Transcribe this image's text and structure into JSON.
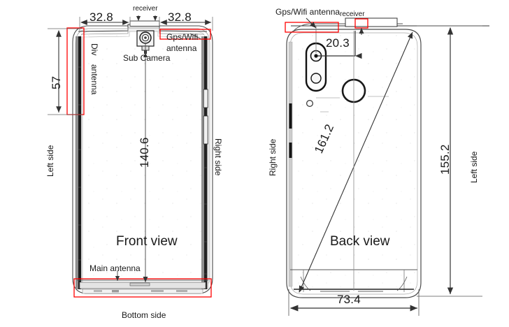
{
  "document": {
    "kind": "phone-dimension-drawing",
    "background_color": "#ffffff",
    "line_color": "#3a3a3a",
    "annotation_color": "#ff0000",
    "text_color": "#1a1a1a"
  },
  "front_view": {
    "title": "Front view",
    "dimensions": {
      "top_left_width": "32.8",
      "top_right_width": "32.8",
      "height": "140.6",
      "div_antenna_length": "57"
    },
    "labels": {
      "receiver": "receiver",
      "sub_camera": "Sub Camera",
      "gps_wifi_antenna_line1": "Gps/Wifi",
      "gps_wifi_antenna_line2": "antenna",
      "div_antenna_line1": "Div",
      "div_antenna_line2": "antenna",
      "main_antenna": "Main antenna",
      "left_side": "Left  side",
      "right_side": "Right side",
      "bottom_side": "Bottom side"
    }
  },
  "back_view": {
    "title": "Back view",
    "dimensions": {
      "camera_offset": "20.3",
      "diagonal": "161.2",
      "height": "155.2",
      "width": "73.4"
    },
    "labels": {
      "gps_wifi_antenna": "Gps/Wifi antenna",
      "receiver": "receiver",
      "right_side": "Right side",
      "left_side": "Left  side"
    }
  }
}
